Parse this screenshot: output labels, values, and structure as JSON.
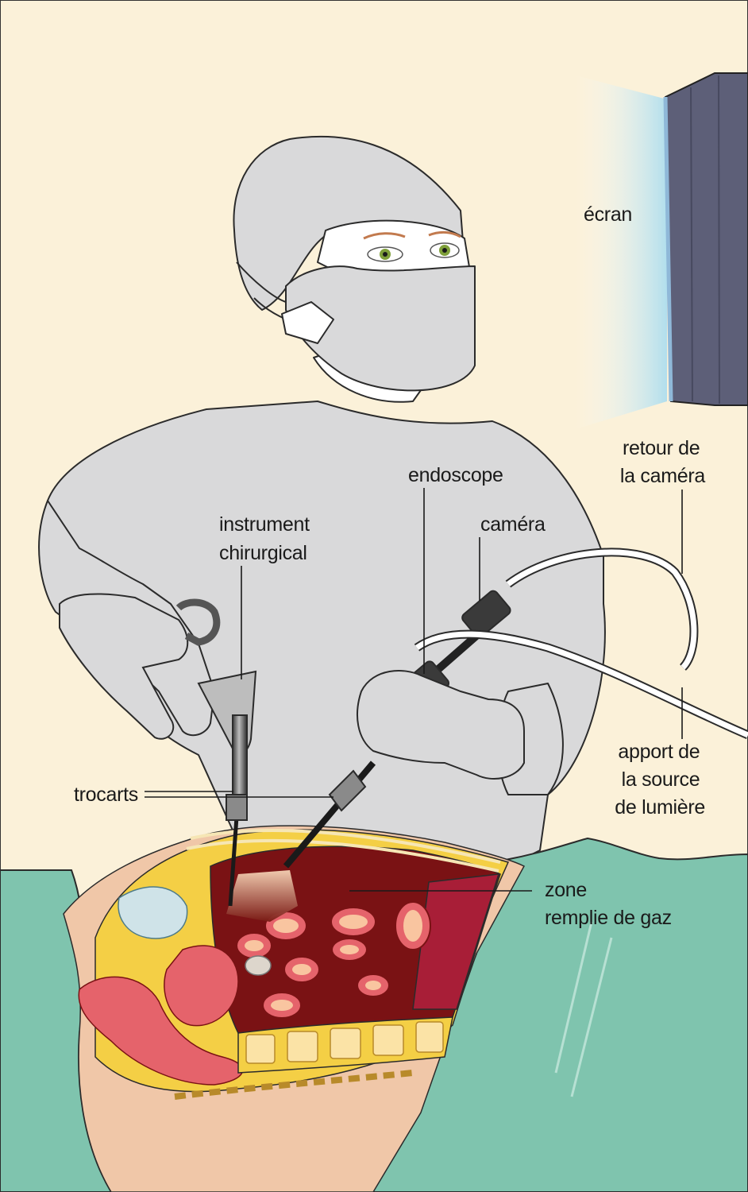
{
  "labels": {
    "screen": "écran",
    "camera_return": [
      "retour de",
      "la caméra"
    ],
    "endoscope": "endoscope",
    "camera": "caméra",
    "surgical_instrument": [
      "instrument",
      "chirurgical"
    ],
    "trocars": "trocarts",
    "gas_zone": [
      "zone",
      "remplie de gaz"
    ],
    "light_source": [
      "apport de",
      "la source",
      "de lumière"
    ]
  },
  "colors": {
    "background": "#fbf1d9",
    "gown": "#d9d9da",
    "outline": "#2b2b2b",
    "drape": "#7fc4ae",
    "screen": "#5d5f78",
    "gas_cavity": "#7a1214",
    "fat": "#f4cf45",
    "tissue": "#e5636b"
  }
}
